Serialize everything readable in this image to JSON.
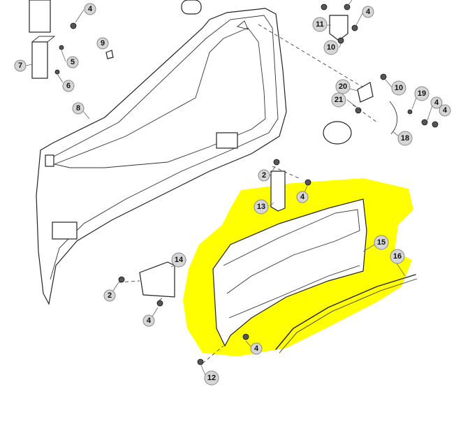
{
  "highlight_color": "#ffff00",
  "callouts": {
    "c4a": "4",
    "c9": "9",
    "c7": "7",
    "c5": "5",
    "c6": "6",
    "c8": "8",
    "c11a": "11",
    "c4b": "4",
    "c10a": "10",
    "c20": "20",
    "c10b": "10",
    "c21": "21",
    "c19": "19",
    "c4c": "4",
    "c4d": "4",
    "c18": "18",
    "c2a": "2",
    "c4e": "4",
    "c13": "13",
    "c15": "15",
    "c16": "16",
    "c14": "14",
    "c2b": "2",
    "c4f": "4",
    "c4g": "4",
    "c12": "12"
  }
}
